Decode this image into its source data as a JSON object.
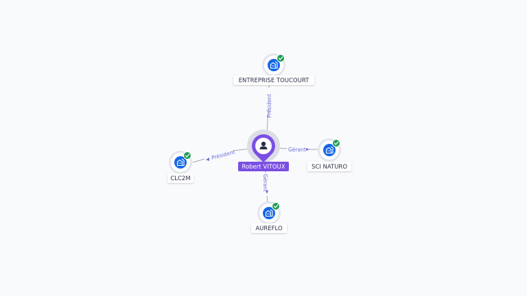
{
  "colors": {
    "edge": "#a2a5b3",
    "edge_label": "#6b6fd6",
    "company_icon": "#1467e6",
    "verified_badge": "#1f9d55",
    "person_accent": "#7b4fe3",
    "person_halo": "#dcdde6"
  },
  "center": {
    "name": "Robert VITOUX",
    "icon": "person-icon"
  },
  "nodes": [
    {
      "id": "entreprise-toucourt",
      "label": "ENTREPRISE TOUCOURT",
      "icon": "building-icon",
      "verified": true
    },
    {
      "id": "clc2m",
      "label": "CLC2M",
      "icon": "building-icon",
      "verified": true
    },
    {
      "id": "sci-naturo",
      "label": "SCI NATURO",
      "icon": "building-icon",
      "verified": true
    },
    {
      "id": "aureflo",
      "label": "AUREFLO",
      "icon": "building-icon",
      "verified": true
    }
  ],
  "edges": [
    {
      "to": "entreprise-toucourt",
      "label": "Président"
    },
    {
      "to": "clc2m",
      "label": "Président"
    },
    {
      "to": "sci-naturo",
      "label": "Gérant"
    },
    {
      "to": "aureflo",
      "label": "Gérant"
    }
  ]
}
